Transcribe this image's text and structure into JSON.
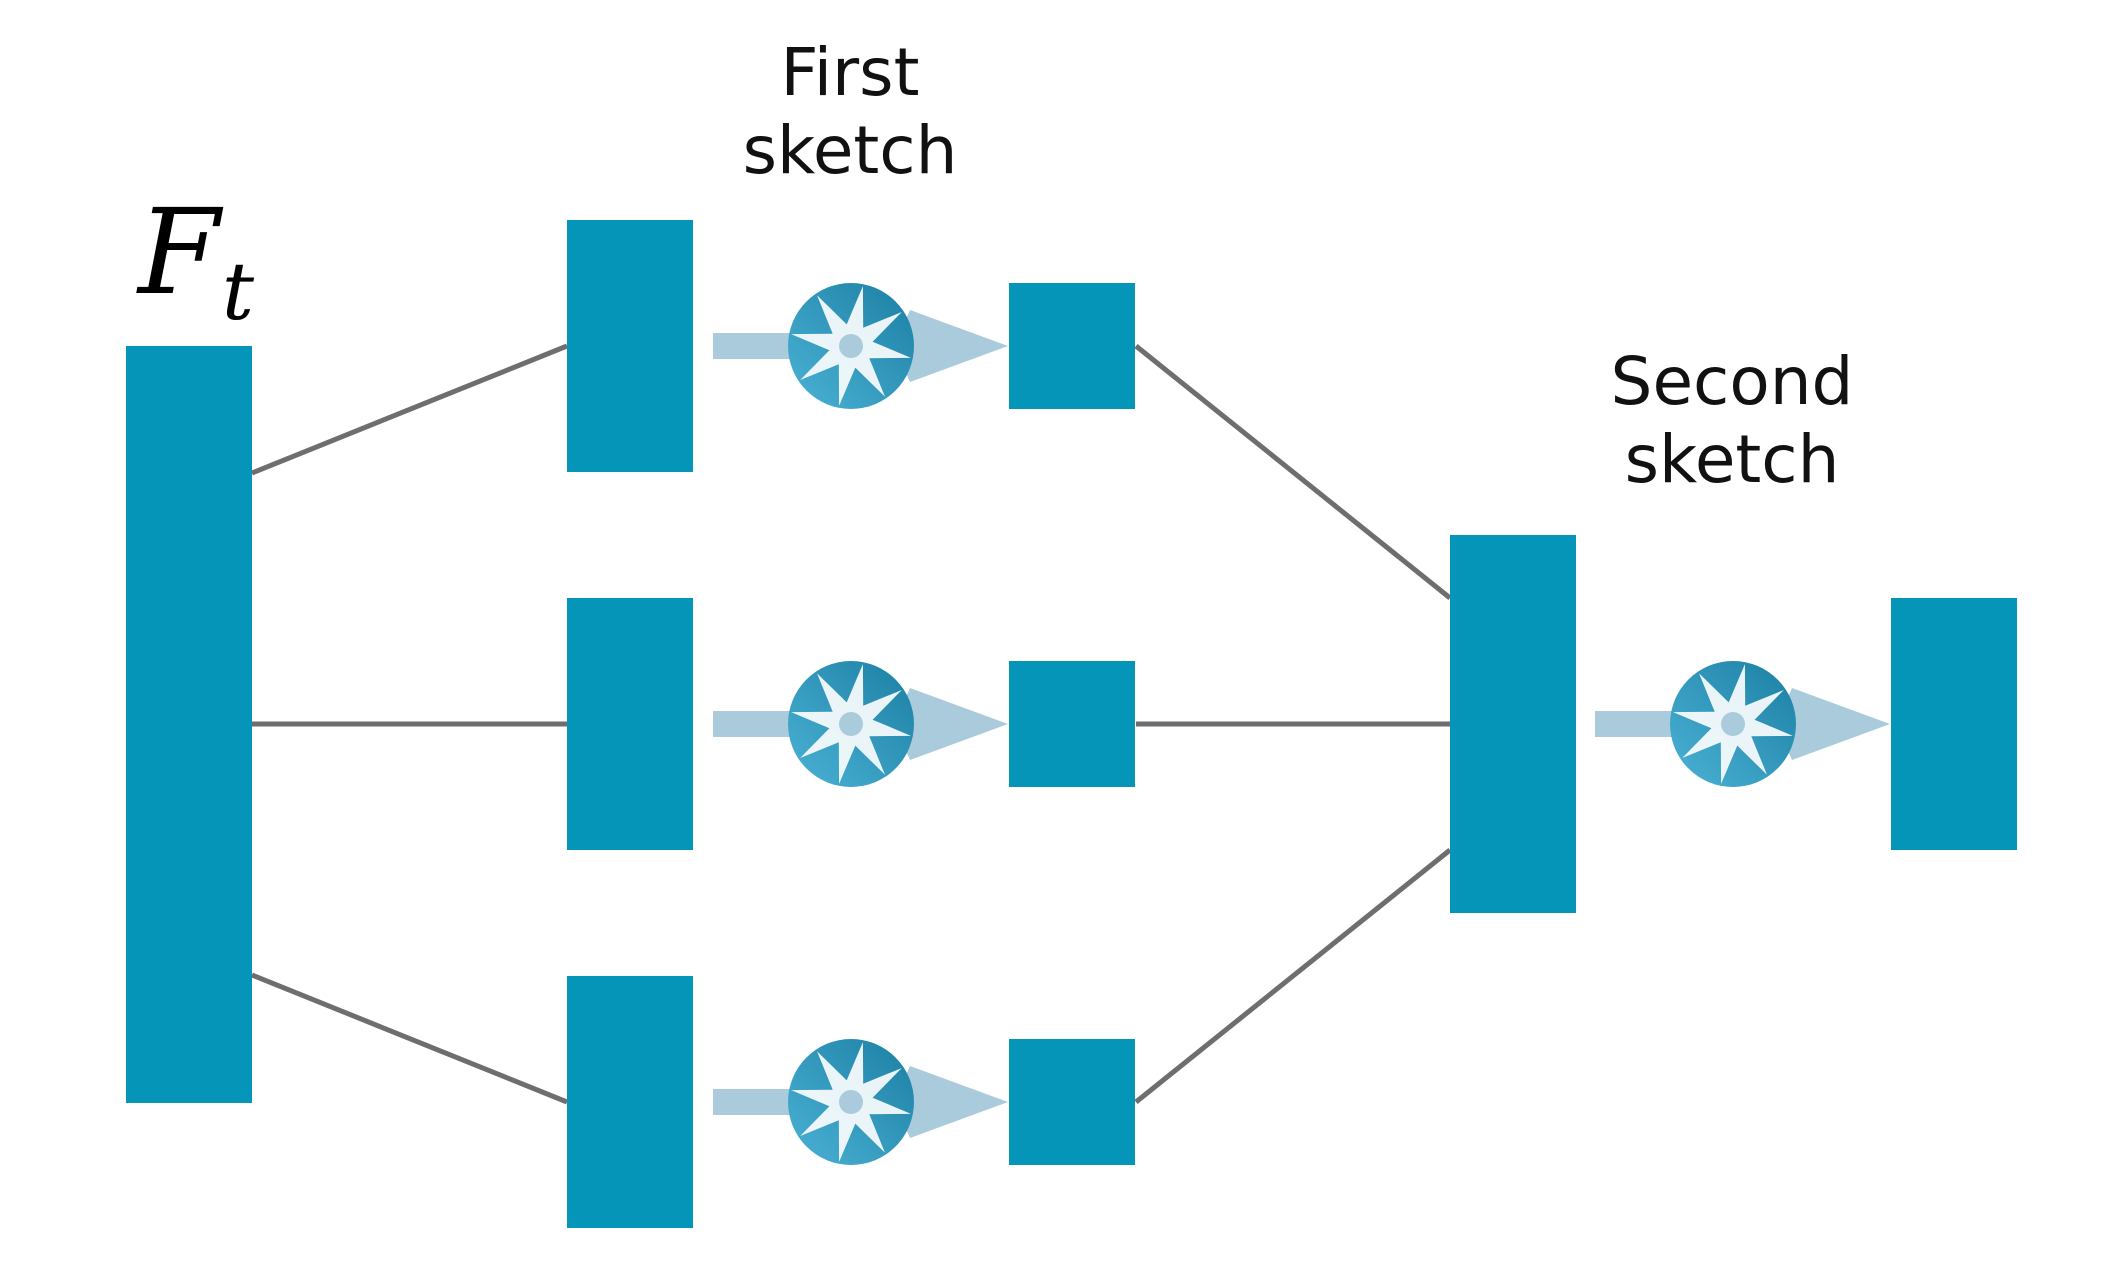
{
  "input_label": {
    "main": "F",
    "sub": "t"
  },
  "first_sketch": {
    "line1": "First",
    "line2": "sketch"
  },
  "second_sketch": {
    "line1": "Second",
    "line2": "sketch"
  },
  "colors": {
    "block": "#0595b8",
    "connector": "#6e6e6e",
    "arrow": "#a9cbdc",
    "sketch_light": "#4bb2d6",
    "sketch_dark": "#1b7fa3"
  },
  "icons": {
    "sketch_operator": "starburst-sketch-icon"
  }
}
